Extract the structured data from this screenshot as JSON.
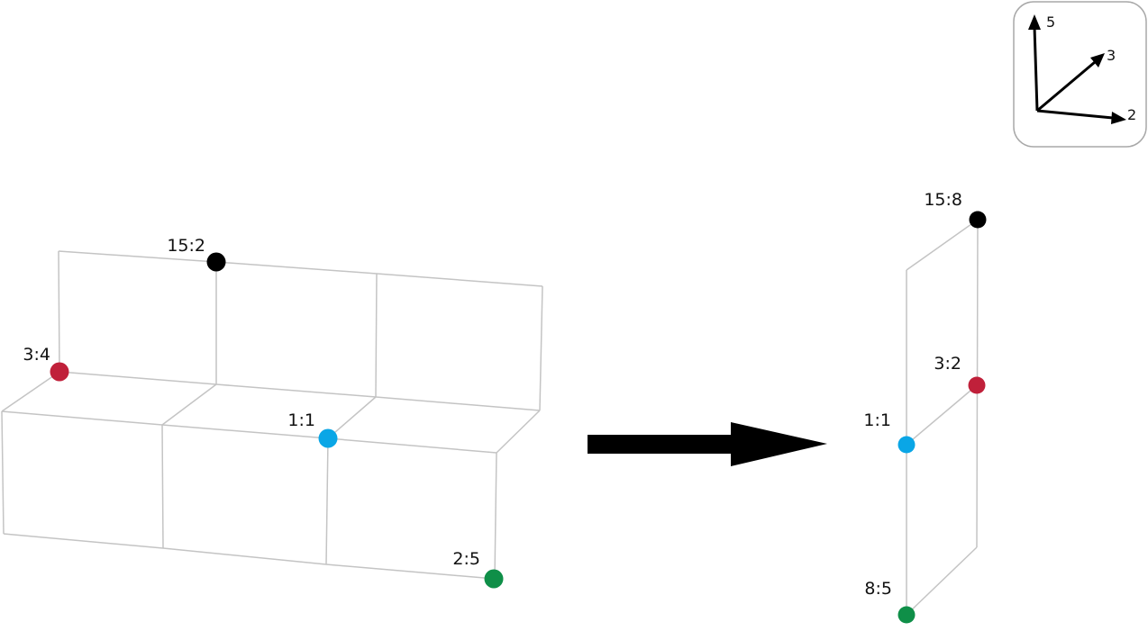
{
  "colors": {
    "red": "#c0203a",
    "black": "#000000",
    "blue": "#0aa6e6",
    "green": "#0f8f48",
    "grid": "#c4c4c4",
    "arrow": "#000000"
  },
  "left_grid": {
    "points": [
      {
        "label": "15:2",
        "color": "black"
      },
      {
        "label": "3:4",
        "color": "red"
      },
      {
        "label": "1:1",
        "color": "blue"
      },
      {
        "label": "2:5",
        "color": "green"
      }
    ]
  },
  "right_grid": {
    "points": [
      {
        "label": "15:8",
        "color": "black"
      },
      {
        "label": "3:2",
        "color": "red"
      },
      {
        "label": "1:1",
        "color": "blue"
      },
      {
        "label": "8:5",
        "color": "green"
      }
    ]
  },
  "axes_legend": {
    "vertical": "5",
    "diagonal": "3",
    "horizontal": "2"
  },
  "transform_arrow_icon": "right-arrow-icon"
}
